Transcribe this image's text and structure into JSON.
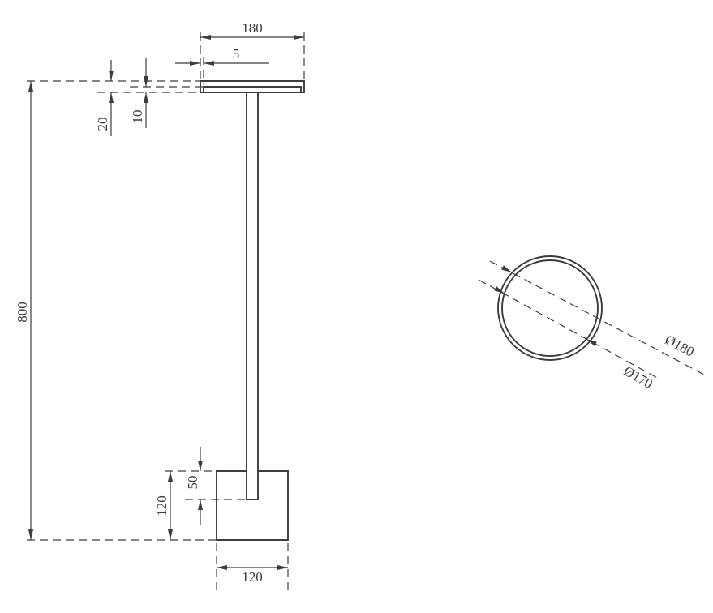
{
  "drawing": {
    "colors": {
      "line": "#3c3c3c",
      "background": "#ffffff"
    },
    "front_view": {
      "dims": {
        "top_width": "180",
        "rim_width": "5",
        "head_height": "20",
        "plate_thickness": "10",
        "total_height": "800",
        "pole_insert_depth": "50",
        "base_height": "120",
        "base_width": "120"
      }
    },
    "top_view": {
      "dims": {
        "outer_diameter": "Ø180",
        "inner_diameter": "Ø170"
      }
    }
  }
}
